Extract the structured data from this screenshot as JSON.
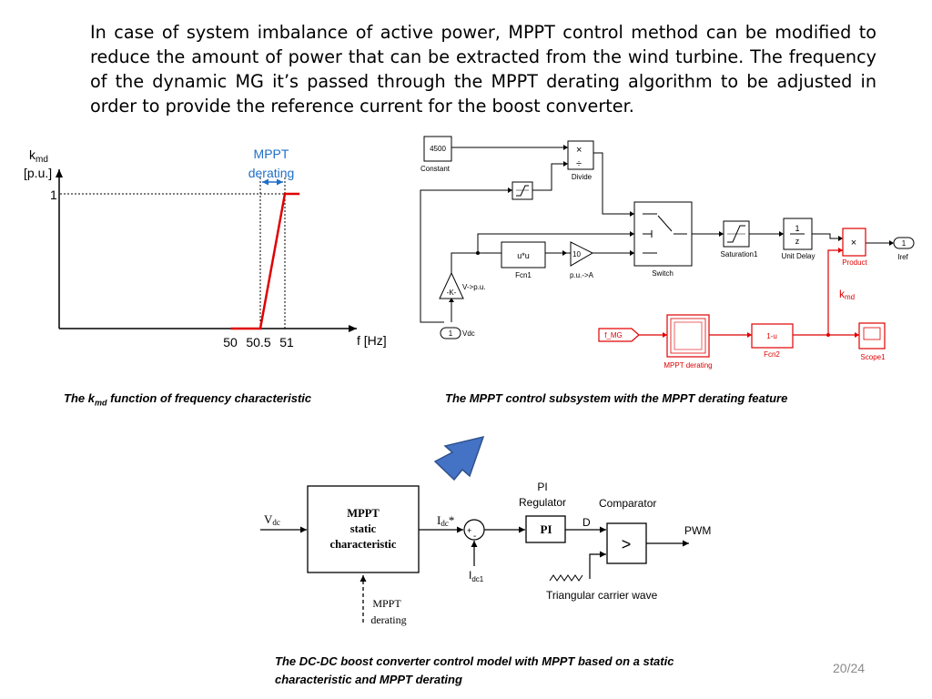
{
  "intro_text": "In case of system imbalance of active power, MPPT control method can be modified to reduce the amount of power that can be extracted from the wind turbine. The frequency of the dynamic MG it’s passed through the MPPT derating algorithm to be adjusted in order to provide the reference current for the boost converter.",
  "colors": {
    "red": "#e00000",
    "blue": "#1f6fc7",
    "arrow_blue": "#4472c4",
    "arrow_border": "#2f528f"
  },
  "chart": {
    "ylabel_main": "k",
    "ylabel_sub": "md",
    "ylabel_unit": "[p.u.]",
    "annotation_line1": "MPPT",
    "annotation_line2": "derating",
    "xlabel": "f [Hz]",
    "ytick": "1",
    "xticks": [
      "50",
      "50.5",
      "51"
    ]
  },
  "chart_data": {
    "type": "line",
    "x": [
      49.9,
      50.5,
      51,
      51.3
    ],
    "y": [
      0,
      0,
      1,
      1
    ],
    "series": [
      {
        "values": [
          0,
          0,
          1,
          1
        ]
      }
    ],
    "xlabel": "f [Hz]",
    "ylabel": "kmd [p.u.]",
    "xticks": [
      50,
      50.5,
      51
    ],
    "yticks": [
      1
    ],
    "annotations": [
      "MPPT derating"
    ],
    "grid": false
  },
  "caption_left": {
    "prefix": "The k",
    "sub": "md",
    "suffix": " function of frequency characteristic"
  },
  "caption_right": "The MPPT control subsystem with the MPPT derating feature",
  "simulink": {
    "constant_value": "4500",
    "constant_label": "Constant",
    "divide_times": "×",
    "divide_div": "÷",
    "divide_label": "Divide",
    "switch_label": "Switch",
    "fcn1_expr": "u*u",
    "fcn1_label": "Fcn1",
    "gain_value": "10",
    "gain_label": "p.u.->A",
    "k_gain": "-K-",
    "k_label": "V->p.u.",
    "vdc_port": "1",
    "vdc_label": "Vdc",
    "saturation_label": "Saturation1",
    "unit_delay_num": "1",
    "unit_delay_den": "z",
    "unit_delay_label": "Unit Delay",
    "product_sign": "×",
    "product_label": "Product",
    "iref_port": "1",
    "iref_label": "Iref",
    "kmd_main": "k",
    "kmd_sub": "md",
    "fmg_label": "f_MG",
    "mppt_block_label": "MPPT derating",
    "fcn2_expr": "1-u",
    "fcn2_label": "Fcn2",
    "scope_label": "Scope1"
  },
  "block_diagram": {
    "vdc_main": "V",
    "vdc_sub": "dc",
    "mppt_line1": "MPPT",
    "mppt_line2": "static",
    "mppt_line3": "characteristic",
    "idc_main": "I",
    "idc_sub": "dc",
    "idc_star": "*",
    "plus": "+",
    "minus": "-",
    "pi_line1": "PI",
    "pi_line2": "Regulator",
    "pi_block": "PI",
    "d_label": "D",
    "comparator_label": "Comparator",
    "comparator_symbol": ">",
    "pwm_label": "PWM",
    "idc1_main": "I",
    "idc1_sub": "dc1",
    "carrier_label": "Triangular carrier wave",
    "derating_line1": "MPPT",
    "derating_line2": "derating"
  },
  "caption_bottom_line1": "The DC-DC boost converter control model with MPPT based on a static",
  "caption_bottom_line2": "characteristic and MPPT derating",
  "page_number": "20/24"
}
